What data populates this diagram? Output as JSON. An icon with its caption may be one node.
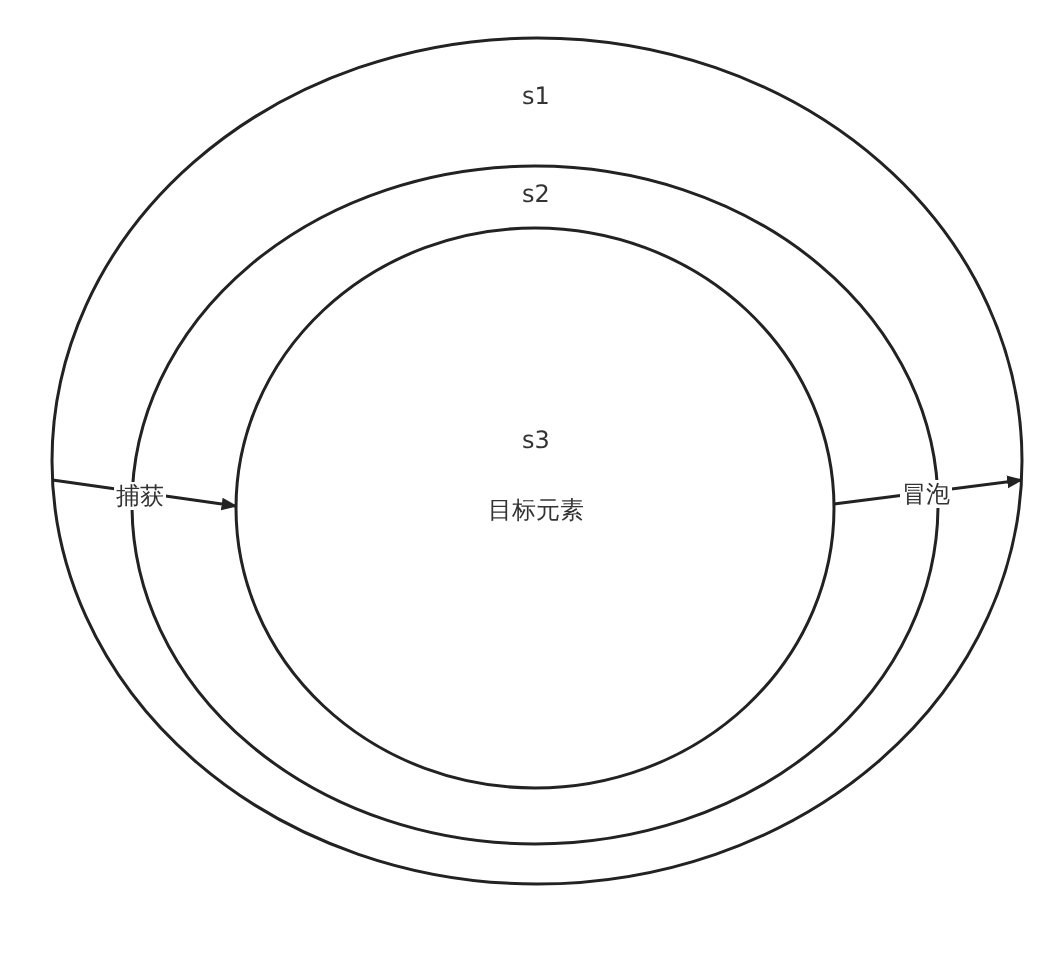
{
  "diagram": {
    "nodes": [
      {
        "text": [
          "s1"
        ]
      },
      {
        "text": [
          "s2"
        ],
        "in": 0
      },
      {
        "text": [
          "s3",
          "目标元素"
        ],
        "in": 1
      }
    ],
    "edges": [
      {
        "from": 0,
        "to": 2,
        "arrow": "to",
        "label": "捕获"
      },
      {
        "from": 2,
        "to": 0,
        "arrow": "to",
        "label": "冒泡"
      }
    ]
  }
}
